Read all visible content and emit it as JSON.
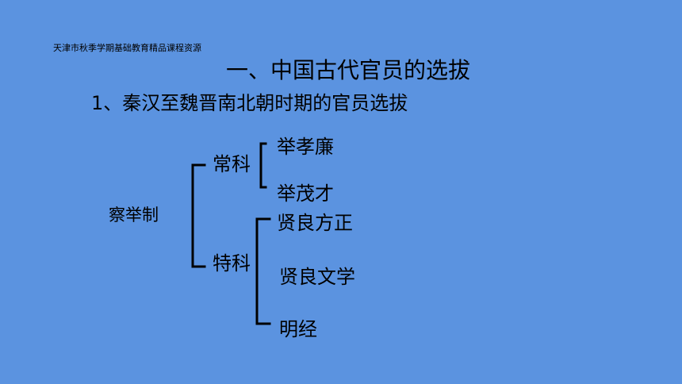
{
  "source_label": "天津市秋季学期基础教育精品课程资源",
  "heading": "一、中国古代官员的选拔",
  "subheading": "1、秦汉至魏晋南北朝时期的官员选拔",
  "tree": {
    "root": "察举制",
    "branches": [
      {
        "label": "常科",
        "items": [
          "举孝廉",
          "举茂才"
        ]
      },
      {
        "label": "特科",
        "items": [
          "贤良方正",
          "贤良文学",
          "明经"
        ]
      }
    ]
  }
}
